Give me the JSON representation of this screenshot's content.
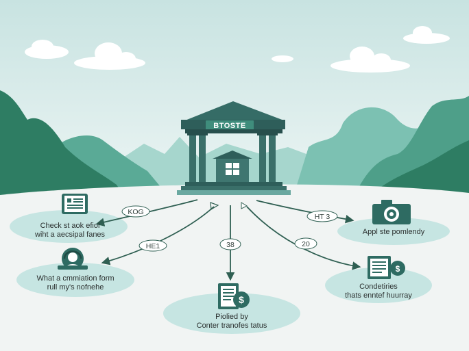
{
  "palette": {
    "sky_top": "#c9e4e2",
    "sky_bottom": "#eef6f5",
    "mountain_dark": "#2e7d63",
    "mountain_mid": "#58a894",
    "mountain_light": "#9fd3c9",
    "ground": "#f1f4f3",
    "platform": "#c3e3e1",
    "building": "#2e5e5a",
    "arrow": "#2f5f52"
  },
  "bank": {
    "sign": "BTOSTE",
    "icon": "bank-building-icon"
  },
  "nodes": [
    {
      "id": "check",
      "icon": "certificate-document-icon",
      "line1": "Check st aok efiol",
      "line2": "wiht a aecsipal fanes"
    },
    {
      "id": "form",
      "icon": "person-headset-icon",
      "line1": "What a cmmiation form",
      "line2": "rull my's nofnehe"
    },
    {
      "id": "status",
      "icon": "document-dollar-icon",
      "line1": "Piolied by",
      "line2": "Conter tranofes tatus"
    },
    {
      "id": "apply",
      "icon": "camera-icon",
      "line1": "Appl ste pomlendy",
      "line2": ""
    },
    {
      "id": "cond",
      "icon": "document-money-icon",
      "line1": "Condetiries",
      "line2": "thats enntef huurray"
    }
  ],
  "arrow_labels": [
    {
      "id": "kog",
      "text": "KOG"
    },
    {
      "id": "he1",
      "text": "HE1"
    },
    {
      "id": "n38",
      "text": "38"
    },
    {
      "id": "n20",
      "text": "20"
    },
    {
      "id": "ht3",
      "text": "HT 3"
    }
  ]
}
